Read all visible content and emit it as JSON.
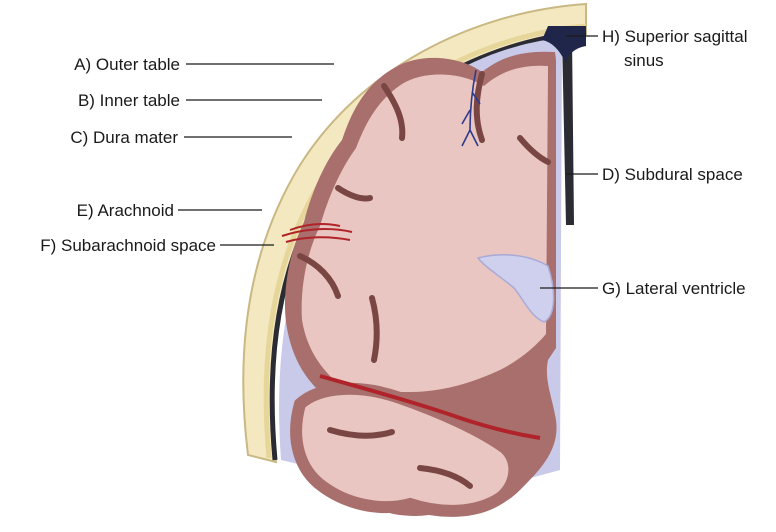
{
  "labels": {
    "a": "A) Outer table",
    "b": "B) Inner table",
    "c": "C) Dura mater",
    "e": "E) Arachnoid",
    "f": "F) Subarachnoid space",
    "h_line1": "H) Superior sagittal",
    "h_line2": "sinus",
    "d": "D) Subdural space",
    "g": "G) Lateral ventricle"
  },
  "colors": {
    "bone": "#f3e8bf",
    "bone_edge": "#c9b883",
    "dura": "#2b2b33",
    "subarachnoid": "#c9c9ea",
    "brain_outer": "#a86f6c",
    "brain_inner": "#e9c6c1",
    "vessel_red": "#b0232a",
    "vessel_blue": "#2e3a8c",
    "ventricle": "#cfd0ee"
  }
}
